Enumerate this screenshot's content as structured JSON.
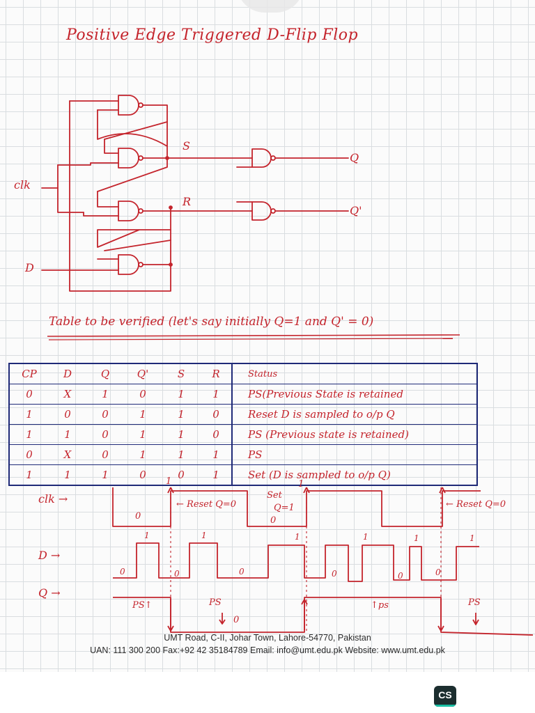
{
  "page": {
    "title": "Positive Edge Triggered D-Flip Flop",
    "subtitle": "Table to be verified (let's say initially Q=1 and Q' = 0)"
  },
  "circuit": {
    "clk_label": "clk",
    "d_label": "D",
    "s_label": "S",
    "r_label": "R",
    "q_label": "Q",
    "qbar_label": "Q'"
  },
  "truth_table": {
    "headers": [
      "CP",
      "D",
      "Q",
      "Q'",
      "S",
      "R",
      "Status"
    ],
    "rows": [
      [
        "0",
        "X",
        "1",
        "0",
        "1",
        "1",
        "PS(Previous State is retained"
      ],
      [
        "1",
        "0",
        "0",
        "1",
        "1",
        "0",
        "Reset D is sampled to o/p Q"
      ],
      [
        "1",
        "1",
        "0",
        "1",
        "1",
        "0",
        "PS (Previous state is retained)"
      ],
      [
        "0",
        "X",
        "0",
        "1",
        "1",
        "1",
        "PS"
      ],
      [
        "1",
        "1",
        "1",
        "0",
        "0",
        "1",
        "Set (D is sampled to o/p Q)"
      ]
    ]
  },
  "timing": {
    "clk_label": "clk →",
    "d_label": "D →",
    "q_label": "Q →",
    "annotations": {
      "reset_q0_a": "← Reset Q=0",
      "set_label": "Set",
      "set_q1": "Q=1",
      "reset_q0_b": "← Reset Q=0",
      "ps_1": "PS↑",
      "ps_2": "PS",
      "ps_3": "↑ps",
      "ps_4": "PS"
    },
    "one": "1",
    "zero": "0"
  },
  "footer": {
    "address": "UMT Road, C-II, Johar Town, Lahore-54770, Pakistan",
    "contact": "UAN: 111 300 200 Fax:+92 42 35184789 Email: info@umt.edu.pk Website: www.umt.edu.pk"
  },
  "badge": {
    "text": "CS"
  },
  "colors": {
    "ink": "#c4242c",
    "table_lines": "#1f2a78",
    "grid": "#d9dde0"
  }
}
